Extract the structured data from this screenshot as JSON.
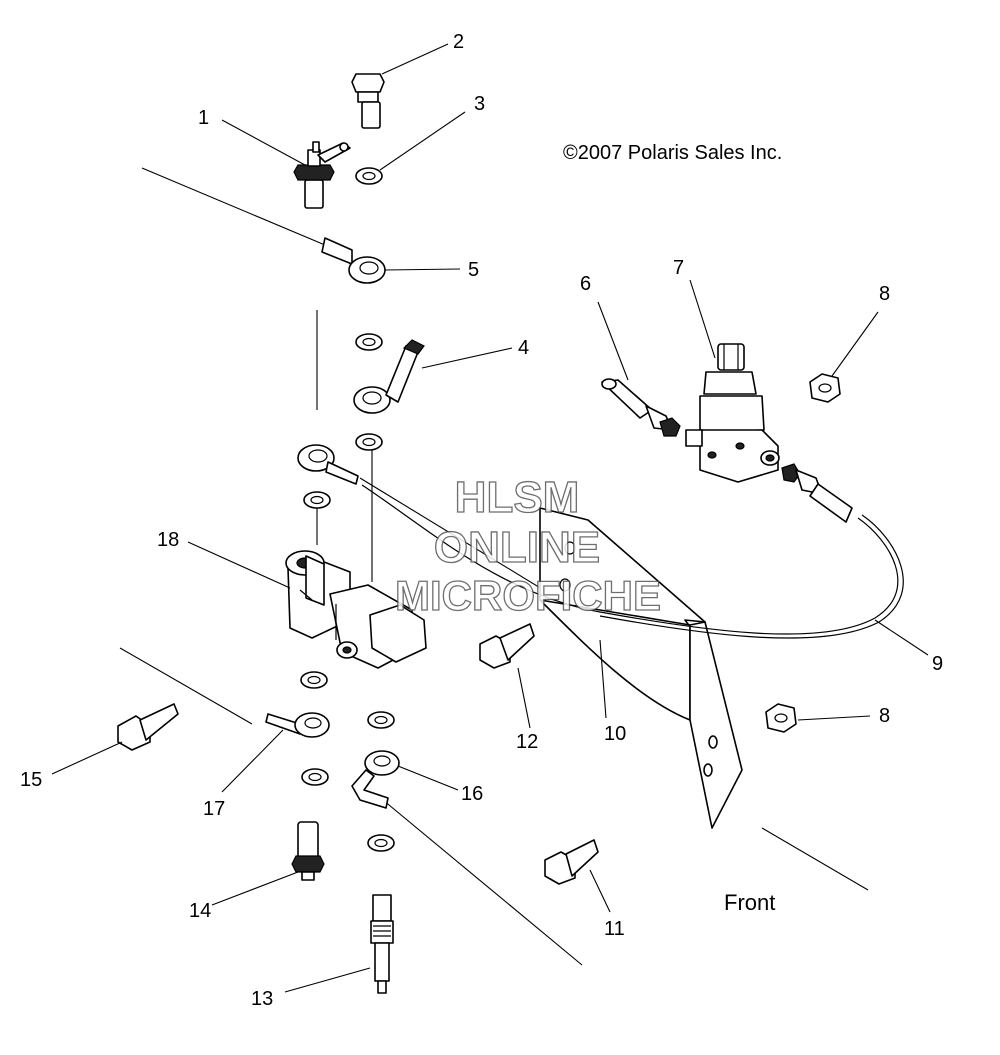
{
  "copyright": "©2007 Polaris Sales Inc.",
  "watermark": {
    "line1": "HLSM",
    "line2": "ONLINE",
    "line3": "MICROFICHE"
  },
  "front_label": "Front",
  "callouts": {
    "c1": "1",
    "c2": "2",
    "c3": "3",
    "c4": "4",
    "c5": "5",
    "c6": "6",
    "c7": "7",
    "c8a": "8",
    "c8b": "8",
    "c9": "9",
    "c10": "10",
    "c11": "11",
    "c12": "12",
    "c13": "13",
    "c14": "14",
    "c15": "15",
    "c16": "16",
    "c17": "17",
    "c18": "18"
  },
  "colors": {
    "line": "#000000",
    "background": "#ffffff",
    "watermark_stroke": "#555555"
  }
}
